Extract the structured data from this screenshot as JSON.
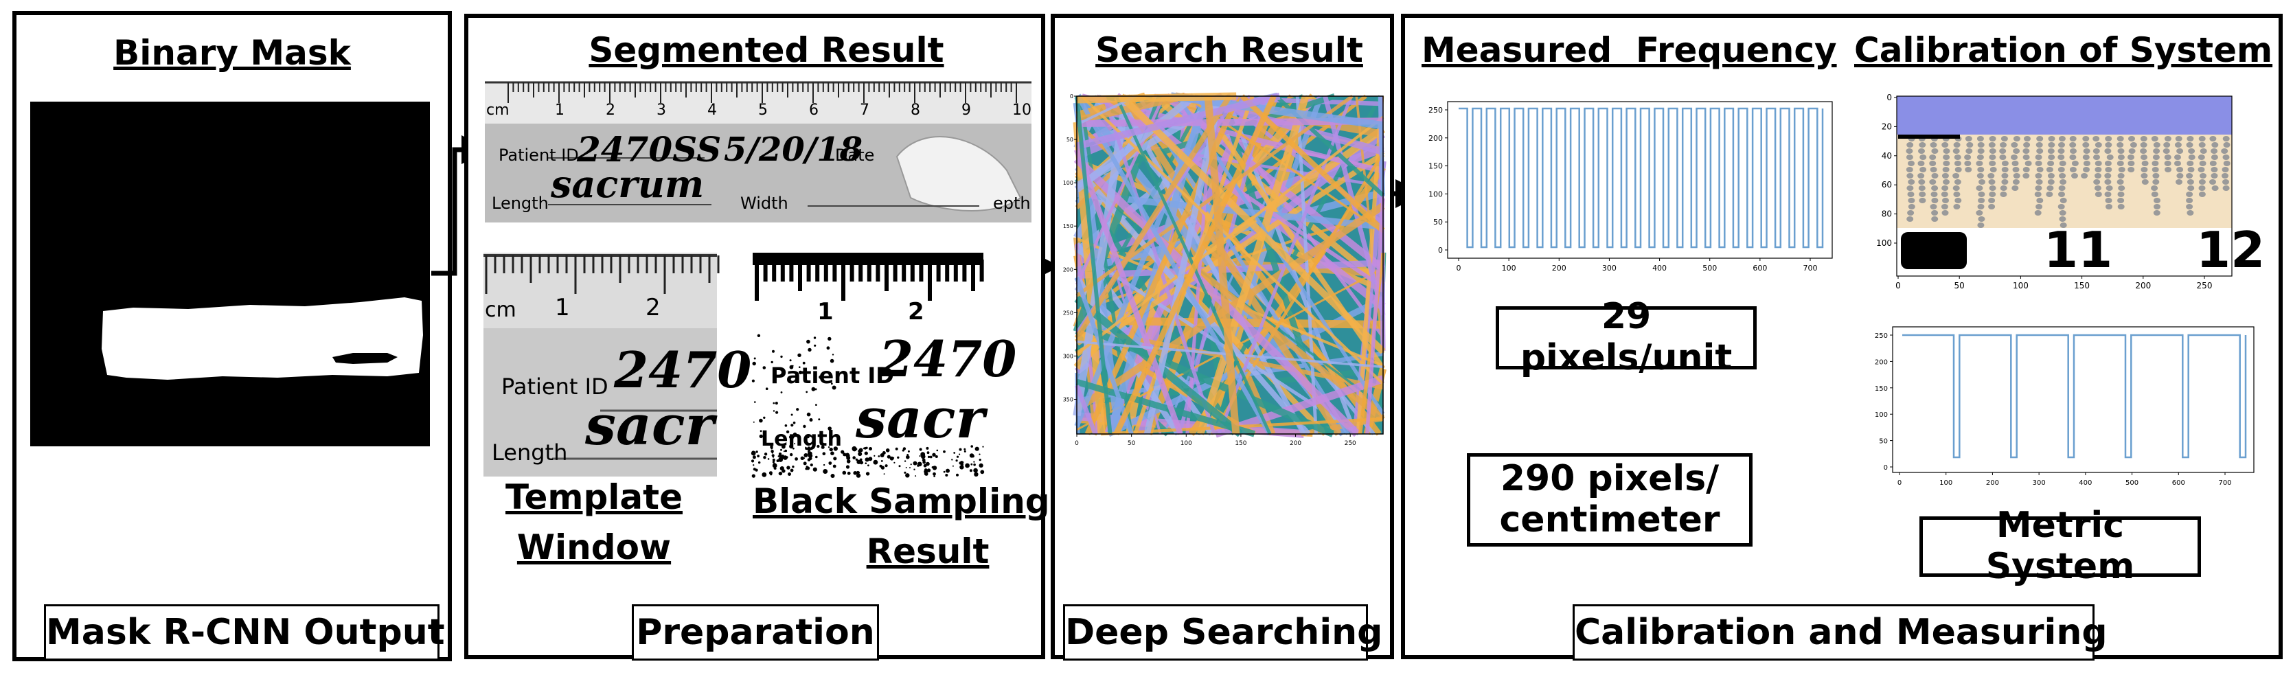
{
  "panels": {
    "mask": {
      "title": "Binary Mask",
      "footer": "Mask R-CNN Output"
    },
    "prep": {
      "title": "Segmented Result",
      "footer": "Preparation",
      "template_label_1": "Template",
      "template_label_2": "Window",
      "sampling_label_1": "Black Sampling",
      "sampling_label_2": "Result",
      "ruler_unit": "cm",
      "ruler_numbers": [
        "1",
        "2",
        "3",
        "4",
        "5",
        "6",
        "7",
        "8",
        "9",
        "10"
      ],
      "ruler_zoom_numbers": [
        "1",
        "2"
      ],
      "form_patient_id": "Patient ID",
      "form_date": "Date",
      "form_length": "Length",
      "form_width": "Width",
      "form_depth": "epth",
      "hand_id": "2470SS",
      "hand_date": "5/20/18",
      "hand_word": "sacrum",
      "hand_id_crop": "2470",
      "hand_word_crop": "sacr"
    },
    "search": {
      "title": "Search Result",
      "footer": "Deep Searching",
      "x_ticks": [
        "0",
        "50",
        "100",
        "150",
        "200",
        "250"
      ],
      "y_ticks": [
        "0",
        "50",
        "100",
        "150",
        "200",
        "250",
        "300",
        "350"
      ]
    },
    "calib": {
      "title_left": "Measured  Frequency",
      "title_right": "Calibration of System",
      "footer": "Calibration and Measuring",
      "box_pixels_unit": "29 pixels/unit",
      "box_pixels_cm_1": "290 pixels/",
      "box_pixels_cm_2": "centimeter",
      "box_metric": "Metric System",
      "freq_x_ticks": [
        "0",
        "100",
        "200",
        "300",
        "400",
        "500",
        "600",
        "700"
      ],
      "freq_y_ticks": [
        "0",
        "50",
        "100",
        "150",
        "200",
        "250"
      ],
      "cal_x_ticks": [
        "0",
        "50",
        "100",
        "150",
        "200",
        "250"
      ],
      "cal_y_ticks": [
        "0",
        "20",
        "40",
        "60",
        "80",
        "100"
      ],
      "cal_digits": [
        "11",
        "12"
      ],
      "metric_x_ticks": [
        "0",
        "100",
        "200",
        "300",
        "400",
        "500",
        "600",
        "700"
      ],
      "metric_y_ticks": [
        "0",
        "50",
        "100",
        "150",
        "200",
        "250"
      ]
    }
  },
  "colors": {
    "border": "#000000",
    "signal": "#6a9fcf",
    "calib_blue": "#8a8fe6",
    "calib_beige": "#f3e1c2"
  }
}
